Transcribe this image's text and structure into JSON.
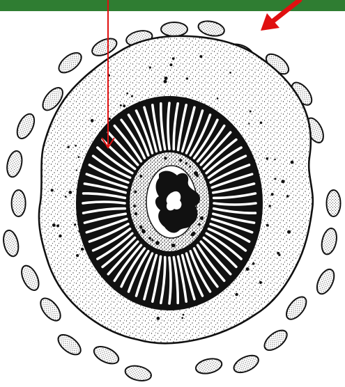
{
  "colors": {
    "top_bar": "#2f7d32",
    "ink": "#111111",
    "annotation_red": "#e01010",
    "cell_fill": "#ffffff",
    "background": "#ffffff"
  },
  "figure": {
    "ring_cell_count": 28,
    "radial_stripe_count": 64,
    "annotations": [
      "red-line-arrow",
      "red-block-arrow"
    ]
  }
}
